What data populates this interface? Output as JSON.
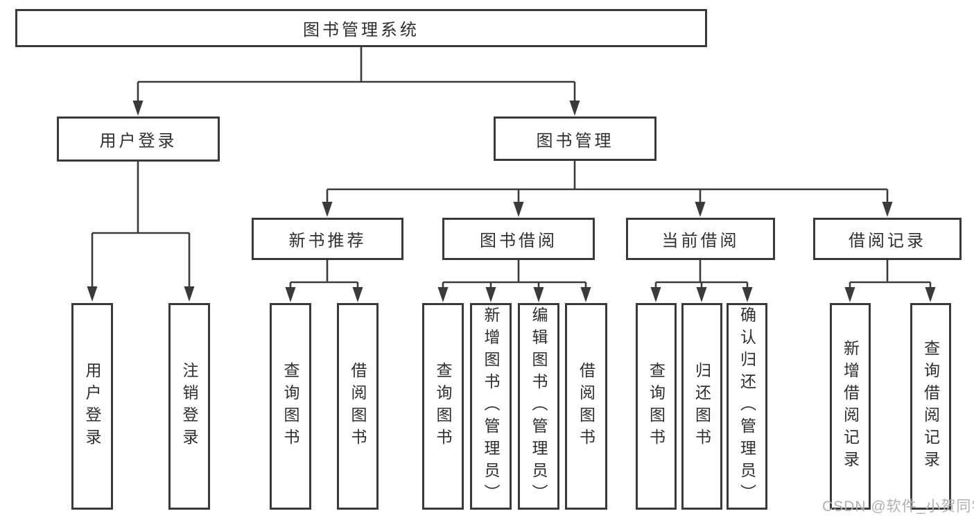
{
  "diagram_title": "图书管理系统",
  "tree": {
    "label": "图书管理系统",
    "children": [
      {
        "label": "用户登录",
        "children": [
          {
            "label": "用户登录"
          },
          {
            "label": "注销登录"
          }
        ]
      },
      {
        "label": "图书管理",
        "children": [
          {
            "label": "新书推荐",
            "children": [
              {
                "label": "查询图书"
              },
              {
                "label": "借阅图书"
              }
            ]
          },
          {
            "label": "图书借阅",
            "children": [
              {
                "label": "查询图书"
              },
              {
                "label": "新增图书（管理员）"
              },
              {
                "label": "编辑图书（管理员）"
              },
              {
                "label": "借阅图书"
              }
            ]
          },
          {
            "label": "当前借阅",
            "children": [
              {
                "label": "查询图书"
              },
              {
                "label": "归还图书"
              },
              {
                "label": "确认归还（管理员）"
              }
            ]
          },
          {
            "label": "借阅记录",
            "children": [
              {
                "label": "新增借阅记录"
              },
              {
                "label": "查询借阅记录"
              }
            ]
          }
        ]
      }
    ]
  },
  "watermark": "CSDN @软件_小贺同学",
  "colors": {
    "line": "#3a3a3a",
    "box_border": "#3a3a3a",
    "text": "#2e2e2e",
    "watermark": "#b0b0b0",
    "background": "#ffffff"
  }
}
